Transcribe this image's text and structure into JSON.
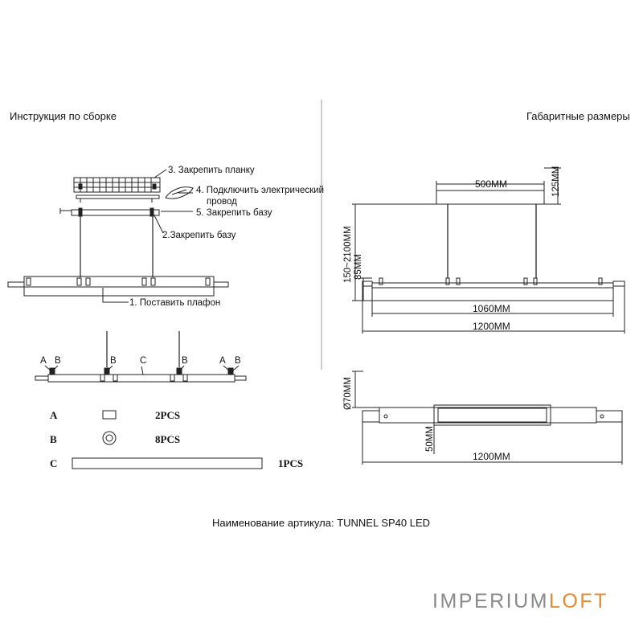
{
  "left_header": "Инструкция по сборке",
  "right_header": "Габаритные размеры",
  "steps": {
    "s3": "3. Закрепить планку",
    "s4a": "4. Подключить электрический",
    "s4b": "провод",
    "s5": "5. Закрепить базу",
    "s2": "2.Закрепить базу",
    "s1": "1. Поставить плафон"
  },
  "parts_diagram": {
    "a1": "A",
    "b1": "B",
    "b2": "B",
    "c": "C",
    "b3": "B",
    "a2": "A",
    "b4": "B"
  },
  "parts_list": [
    {
      "letter": "A",
      "qty": "2PCS"
    },
    {
      "letter": "B",
      "qty": "8PCS"
    },
    {
      "letter": "C",
      "qty": "1PCS"
    }
  ],
  "dimensions": {
    "canopy_width": "500MM",
    "canopy_height": "125MM",
    "suspension": "150~2100MM",
    "body_height": "85MM",
    "inner_length": "1060MM",
    "total_length_top": "1200MM",
    "diameter": "Ø70MM",
    "side_height": "50MM",
    "total_length_side": "1200MM"
  },
  "article_label": "Наименование артикула: TUNNEL SP40 LED",
  "brand": {
    "part1": "IMPERIUM",
    "part2": "LOFT",
    "accent": "#e8892a",
    "gray": "#8a8a8a"
  }
}
